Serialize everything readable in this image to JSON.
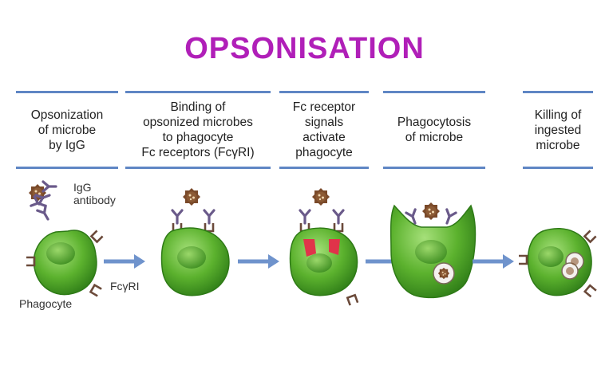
{
  "title": "OPSONISATION",
  "steps": [
    {
      "label": "Opsonization\nof microbe\nby IgG"
    },
    {
      "label": "Binding of\nopsonized microbes\nto phagocyte\nFc receptors (FcγRI)"
    },
    {
      "label": "Fc receptor\nsignals\nactivate\nphagocyte"
    },
    {
      "label": "Phagocytosis\nof microbe"
    },
    {
      "label": "Killing of\ningested\nmicrobe"
    }
  ],
  "labels": {
    "igg": "IgG",
    "antibody": "antibody",
    "phagocyte": "Phagocyte",
    "fcgri": "FcγRI"
  },
  "colors": {
    "title": "#b01fb8",
    "rule": "#5f86c4",
    "cell": "#5cb22e",
    "arrow": "#6f93cc",
    "signal": "#e0334a"
  }
}
